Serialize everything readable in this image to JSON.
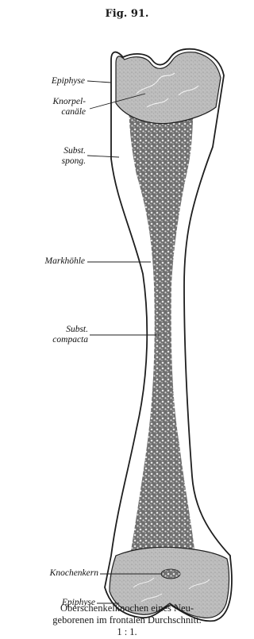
{
  "figure": {
    "title": "Fig. 91.",
    "labels": {
      "epiphyse_top": "Epiphyse",
      "knorpel_l1": "Knorpel-",
      "knorpel_l2": "canäle",
      "subst_spong_l1": "Subst.",
      "subst_spong_l2": "spong.",
      "markhoehle": "Markhöhle",
      "subst_compacta_l1": "Subst.",
      "subst_compacta_l2": "compacta",
      "knochenkern": "Knochenkern",
      "epiphyse_bottom": "Epiphyse"
    },
    "caption": {
      "line1": "Oberschenkelknochen eines Neu-",
      "line2": "geborenen im frontalen Durchschnitt.",
      "line3": "1 : 1."
    }
  }
}
